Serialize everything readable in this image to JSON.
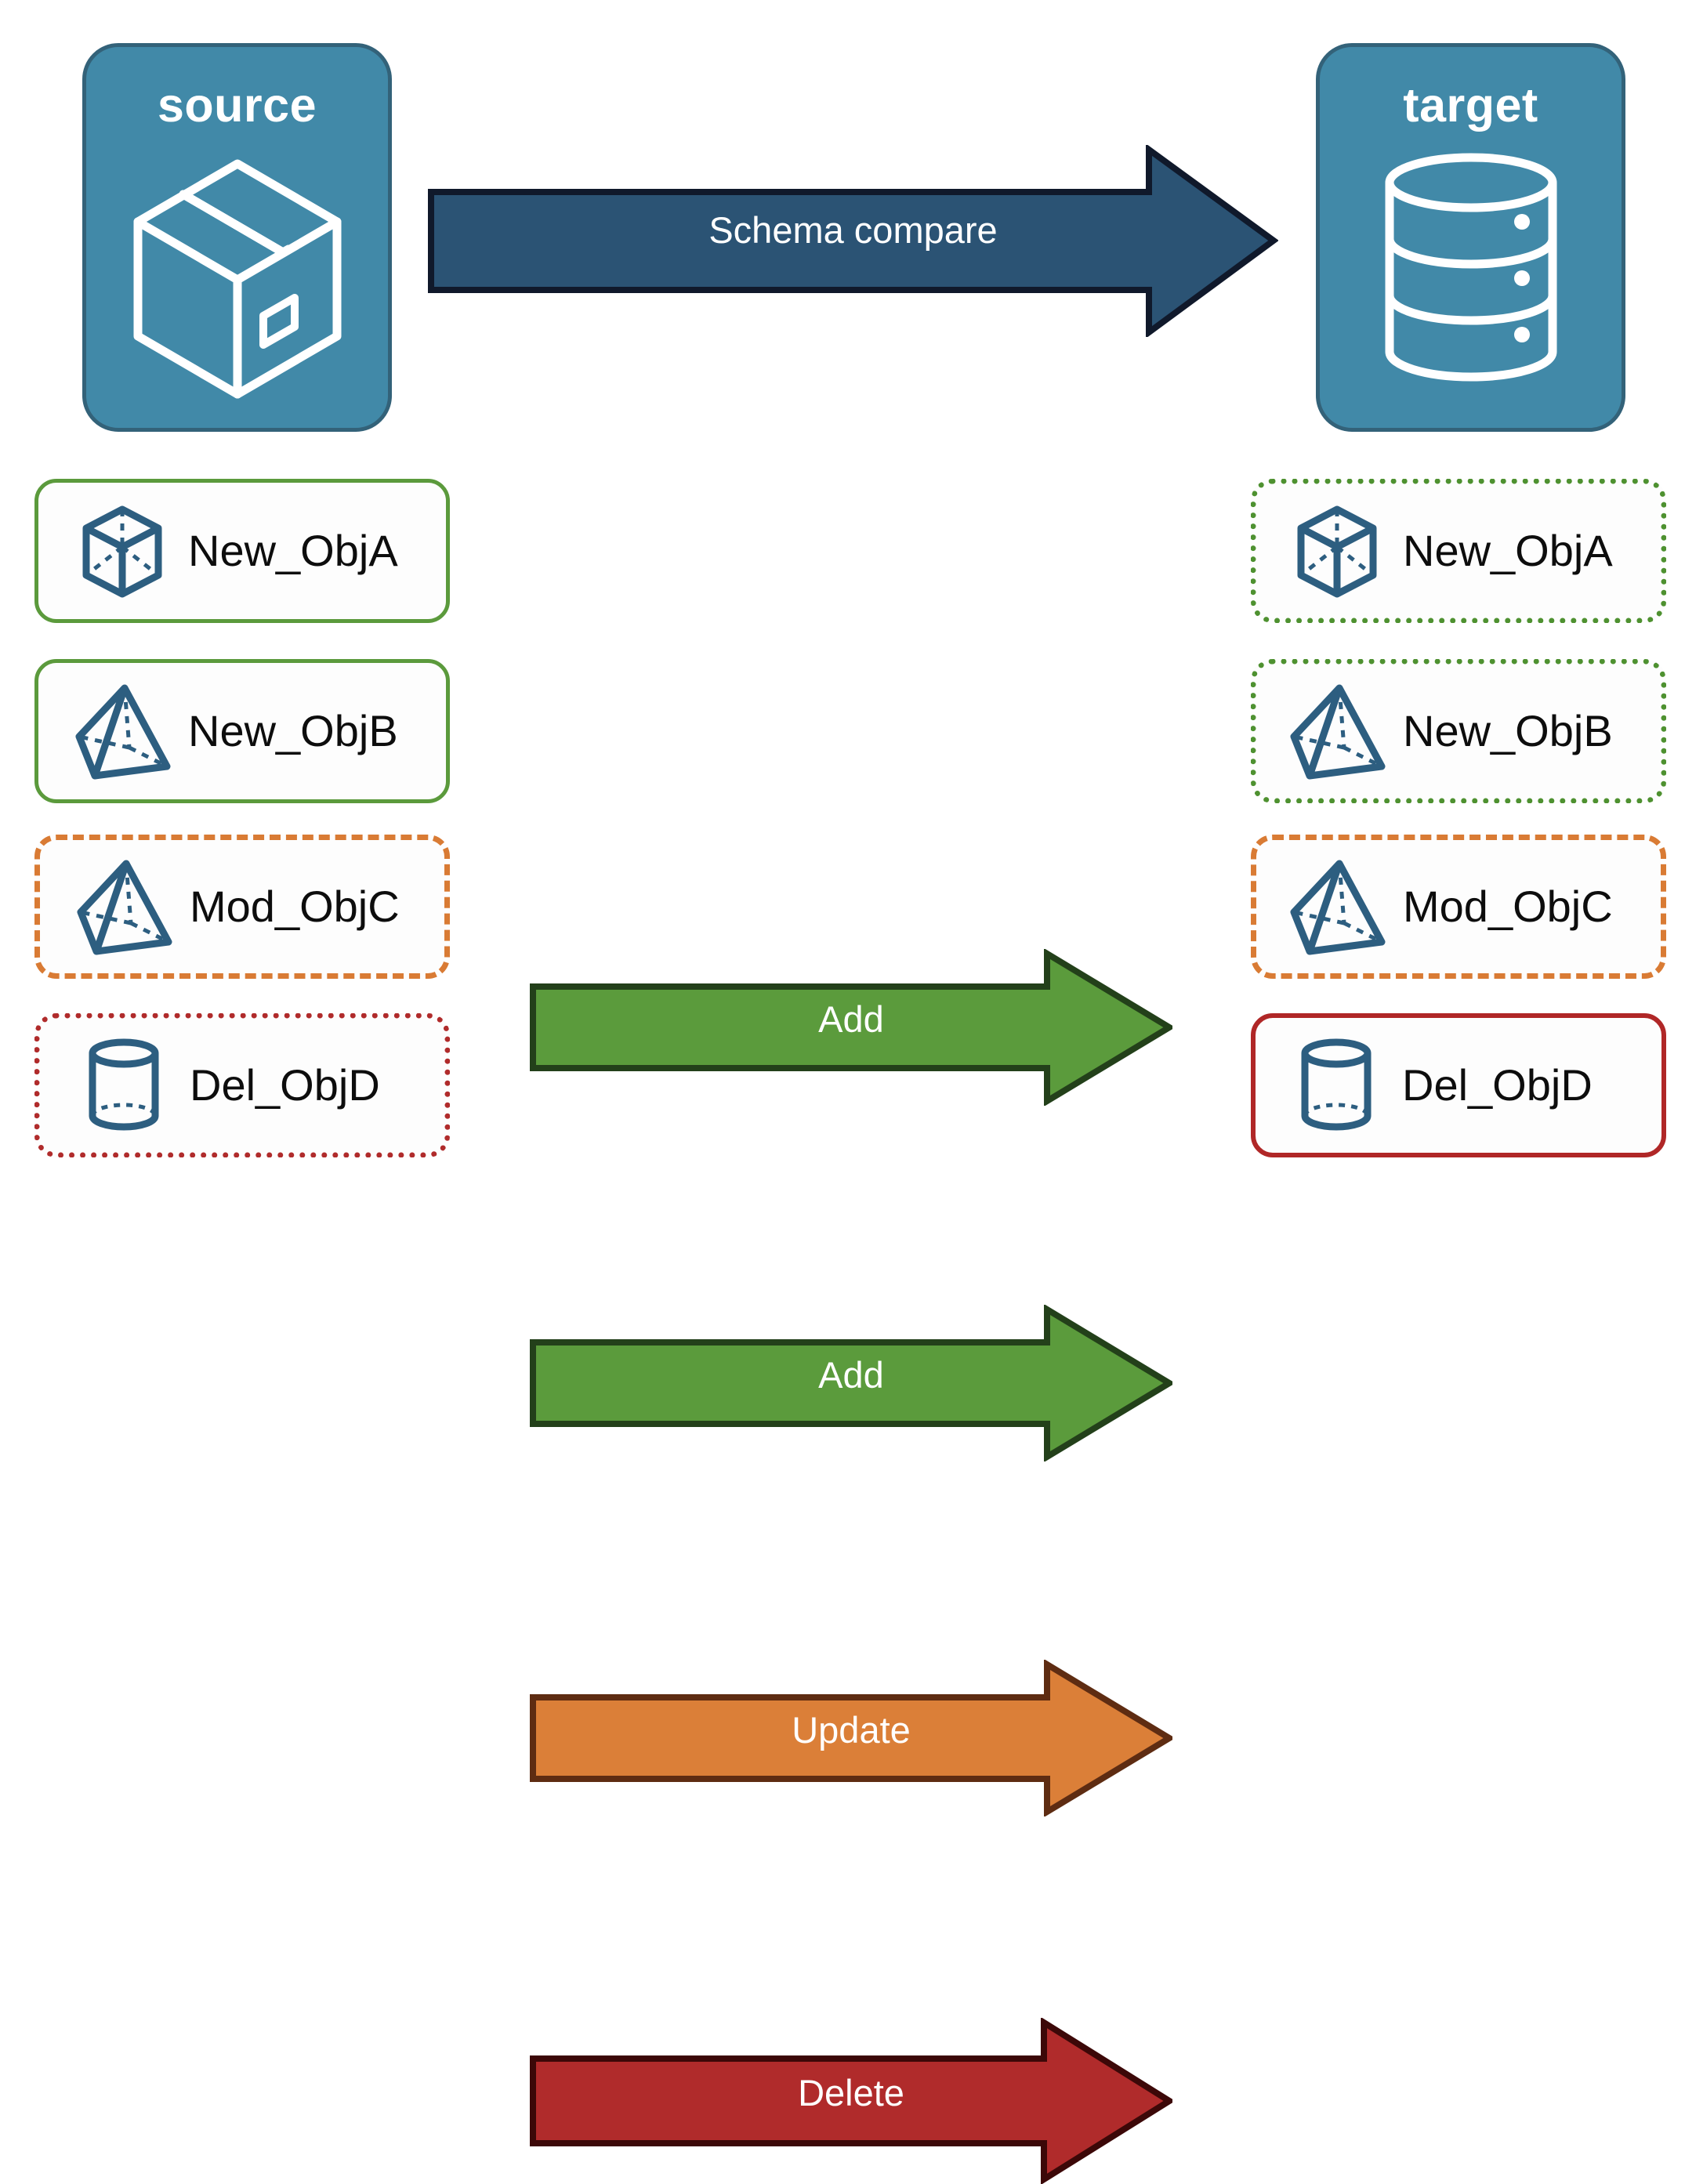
{
  "diagram": {
    "title": "Schema compare",
    "endpoints": [
      {
        "id": "source",
        "label": "source",
        "icon": "package-box-icon",
        "fill": "#4189A8",
        "stroke": "#336279"
      },
      {
        "id": "target",
        "label": "target",
        "icon": "database-cylinder-icon",
        "fill": "#4189A8",
        "stroke": "#336279"
      }
    ],
    "main_arrow": {
      "label": "Schema compare",
      "fill": "#2B5374",
      "stroke": "#10192B",
      "text_color": "#FFFFFF",
      "direction": "left-to-right"
    },
    "rows": [
      {
        "action": "Add",
        "arrow_fill": "#5B9B3C",
        "arrow_stroke": "#23401A",
        "arrow_text_color": "#FFFFFF",
        "source": {
          "label": "New_ObjA",
          "icon": "wireframe-cube-icon",
          "border_style": "solid",
          "border_color": "#5B9A3C"
        },
        "target": {
          "label": "New_ObjA",
          "icon": "wireframe-cube-icon",
          "border_style": "dotted",
          "border_color": "#4E9130"
        }
      },
      {
        "action": "Add",
        "arrow_fill": "#5B9B3C",
        "arrow_stroke": "#23401A",
        "arrow_text_color": "#FFFFFF",
        "source": {
          "label": "New_ObjB",
          "icon": "wireframe-pyramid-icon",
          "border_style": "solid",
          "border_color": "#5B9A3C"
        },
        "target": {
          "label": "New_ObjB",
          "icon": "wireframe-pyramid-icon",
          "border_style": "dotted",
          "border_color": "#4E9130"
        }
      },
      {
        "action": "Update",
        "arrow_fill": "#DB7F38",
        "arrow_stroke": "#5E2C12",
        "arrow_text_color": "#FFFFFF",
        "source": {
          "label": "Mod_ObjC",
          "icon": "wireframe-pyramid-icon",
          "border_style": "dashed",
          "border_color": "#D97B34"
        },
        "target": {
          "label": "Mod_ObjC",
          "icon": "wireframe-pyramid-icon",
          "border_style": "dashed",
          "border_color": "#D97B34"
        }
      },
      {
        "action": "Delete",
        "arrow_fill": "#B02B2B",
        "arrow_stroke": "#3C0808",
        "arrow_text_color": "#FFFFFF",
        "source": {
          "label": "Del_ObjD",
          "icon": "wireframe-cylinder-icon",
          "border_style": "dotted",
          "border_color": "#B02B2B"
        },
        "target": {
          "label": "Del_ObjD",
          "icon": "wireframe-cylinder-icon",
          "border_style": "solid",
          "border_color": "#B02727"
        }
      }
    ],
    "palette": {
      "endpoint_fill": "#4189A8",
      "endpoint_stroke": "#336279",
      "icon_navy": "#2D5E80",
      "add_green": "#5B9B3C",
      "update_orange": "#DB7F38",
      "delete_red": "#B02B2B",
      "compare_blue": "#2B5374",
      "background": "#FFFFFF"
    }
  }
}
